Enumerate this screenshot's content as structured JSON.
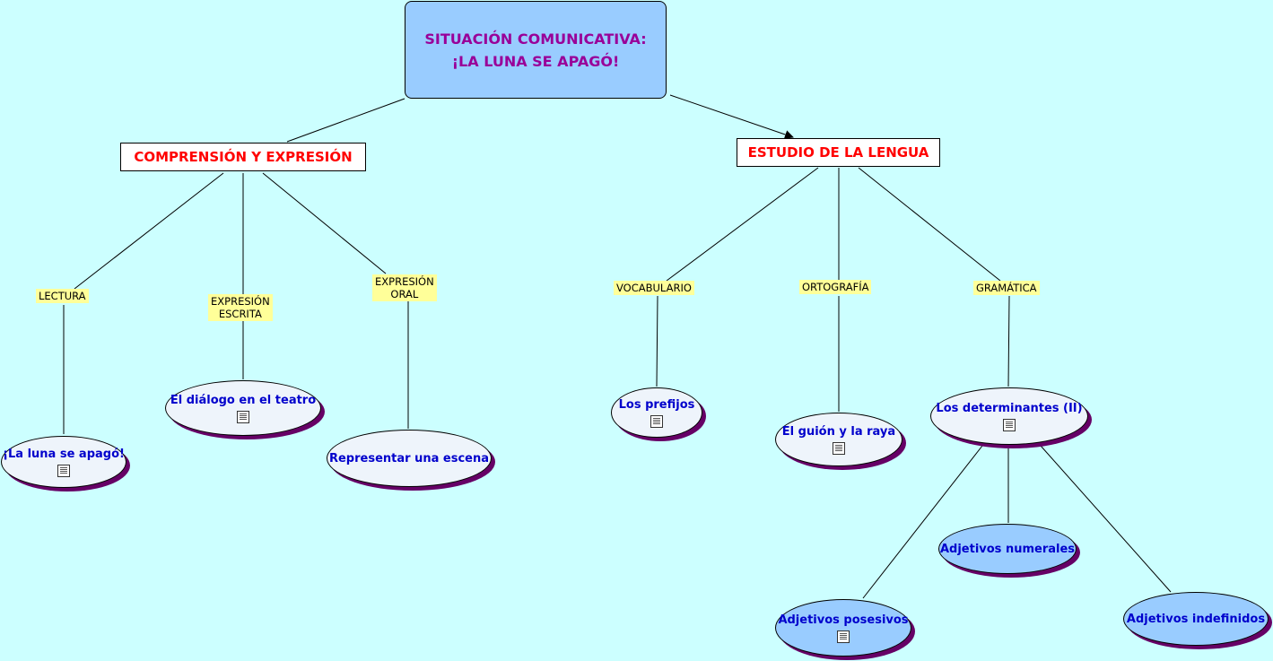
{
  "root": {
    "title": "SITUACIÓN COMUNICATIVA:\n¡LA LUNA SE APAGÓ!"
  },
  "branches": {
    "comprension": "COMPRENSIÓN Y EXPRESIÓN",
    "estudio": "ESTUDIO DE LA LENGUA"
  },
  "labels": {
    "lectura": "LECTURA",
    "expresion_escrita": "EXPRESIÓN\nESCRITA",
    "expresion_oral": "EXPRESIÓN\nORAL",
    "vocabulario": "VOCABULARIO",
    "ortografia": "ORTOGRAFÍA",
    "gramatica": "GRAMÁTICA"
  },
  "nodes": {
    "luna": "¡La luna se apagó!",
    "dialogo": "El diálogo en el teatro",
    "representar": "Representar una escena",
    "prefijos": "Los prefijos",
    "guion": "El guión y la raya",
    "determinantes": "Los determinantes (II)",
    "numerales": "Adjetivos numerales",
    "posesivos": "Adjetivos posesivos",
    "indefinidos": "Adjetivos indefinidos"
  },
  "colors": {
    "background": "#ccffff",
    "root_fill": "#99ccff",
    "root_text": "#990099",
    "branch_text": "#ff0000",
    "label_fill": "#ffff99",
    "node_text": "#0000cc",
    "node_shadow": "#660066"
  },
  "icons": {
    "resource": "document-icon"
  }
}
